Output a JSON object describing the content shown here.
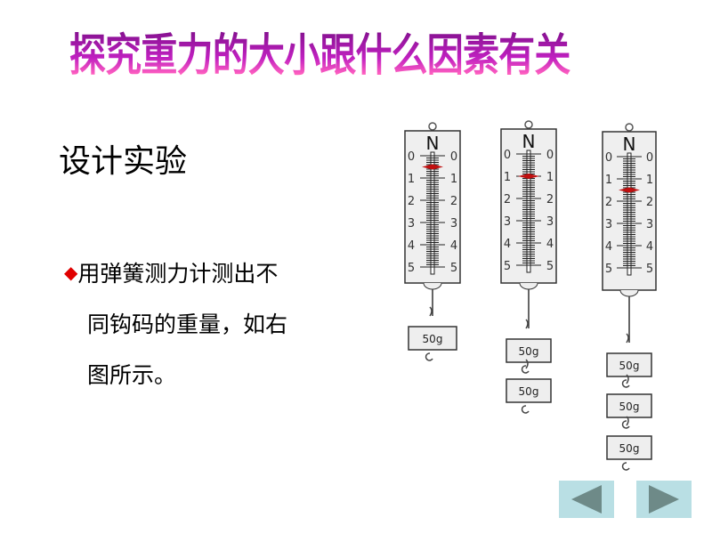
{
  "title": "探究重力的大小跟什么因素有关",
  "subtitle": "设计实验",
  "bullet_lines": [
    "用弹簧测力计测出不",
    "同钩码的重量，如右",
    "图所示。"
  ],
  "scale_unit": "N",
  "scale_labels": [
    "0",
    "1",
    "2",
    "3",
    "4",
    "5"
  ],
  "scales": [
    {
      "reading_N": 0.5,
      "masses": [
        "50g"
      ]
    },
    {
      "reading_N": 1.0,
      "masses": [
        "50g",
        "50g"
      ]
    },
    {
      "reading_N": 1.5,
      "masses": [
        "50g",
        "50g",
        "50g"
      ]
    }
  ],
  "nav": {
    "prev": "previous-slide",
    "next": "next-slide"
  },
  "colors": {
    "pointer": "#c01010",
    "nav_bg": "#b9dfe4",
    "nav_arrow": "#6e8a88"
  }
}
